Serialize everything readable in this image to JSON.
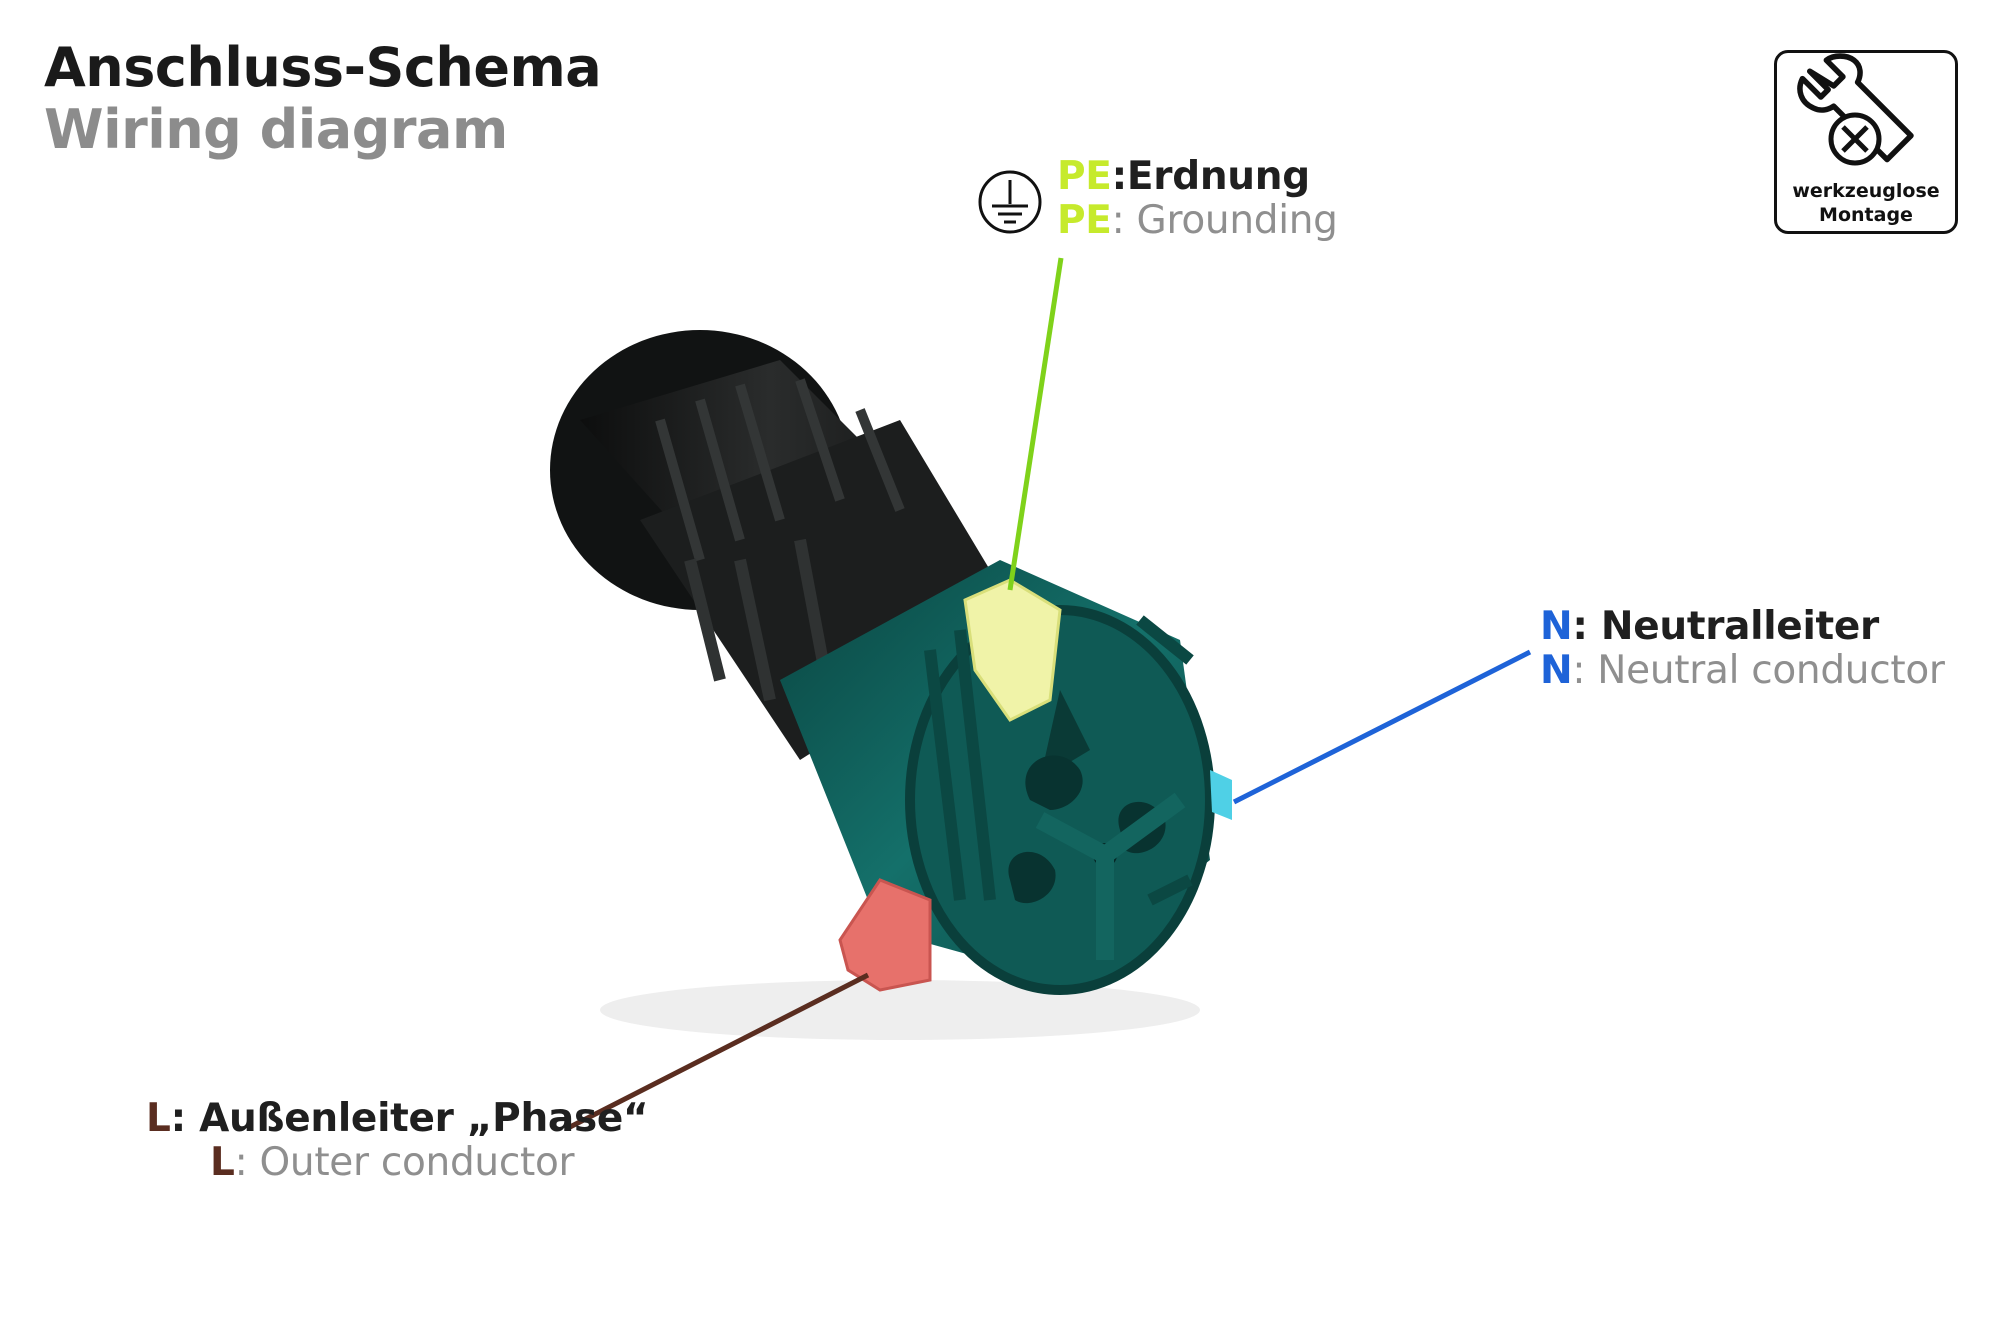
{
  "header": {
    "title_de": "Anschluss-Schema",
    "title_en": "Wiring diagram"
  },
  "badge": {
    "icon": "wrench-crossed-icon",
    "line1": "werkzeuglose",
    "line2": "Montage"
  },
  "labels": {
    "pe": {
      "code": "PE",
      "text_de": ":Erdnung",
      "text_en": ": Grounding",
      "symbol": "ground-symbol-icon"
    },
    "n": {
      "code": "N",
      "text_de": ": Neutralleiter",
      "text_en": ": Neutral conductor"
    },
    "l": {
      "code": "L",
      "text_de": ": Außenleiter „Phase“",
      "text_en": ": Outer conductor"
    }
  },
  "colors": {
    "pe_line": "#7fd21a",
    "n_line": "#1e63d8",
    "l_line": "#5a2d20",
    "housing_teal": "#0f5a55",
    "cap_black": "#1b1d1d"
  }
}
